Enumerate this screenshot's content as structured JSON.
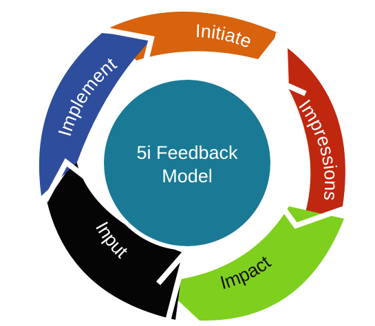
{
  "center": {
    "line1": "5i Feedback",
    "line2": "Model",
    "color": "#1a7a96"
  },
  "segments": [
    {
      "label": "Initiate",
      "color": "#d9620c",
      "text_color": "#ffffff"
    },
    {
      "label": "Impressions",
      "color": "#c0270f",
      "text_color": "#ffffff"
    },
    {
      "label": "Impact",
      "color": "#7fcf1e",
      "text_color": "#111111"
    },
    {
      "label": "Input",
      "color": "#050505",
      "text_color": "#ffffff"
    },
    {
      "label": "Implement",
      "color": "#2e4d9c",
      "text_color": "#ffffff"
    }
  ],
  "divider_color": "#ffffff"
}
